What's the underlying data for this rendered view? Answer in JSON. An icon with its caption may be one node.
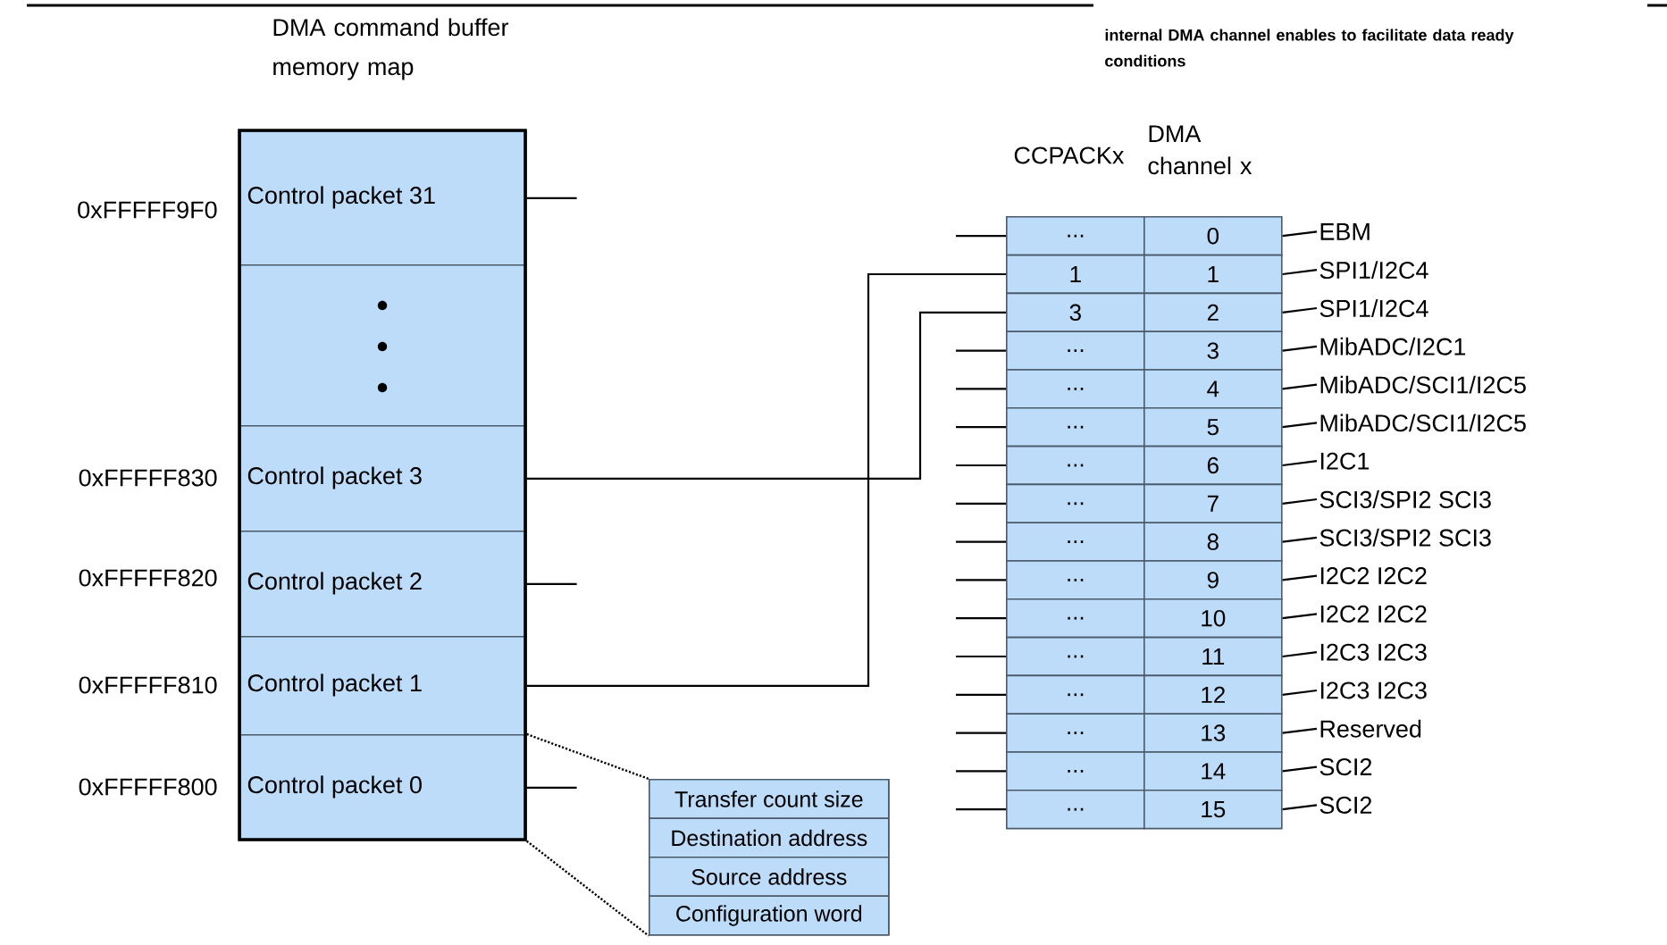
{
  "diagram": {
    "nodes": [
      {
        "text": [
          "Control packet 31"
        ],
        "beside": [
          "0xFFFFF9F0"
        ]
      },
      {
        "text": [],
        "shape": "box"
      },
      {
        "text": [
          "Control packet 3"
        ],
        "beside": [
          "0xFFFFF830"
        ]
      },
      {
        "text": [
          "Control packet 2"
        ],
        "beside": [
          "0xFFFFF820"
        ]
      },
      {
        "text": [
          "Control packet 1"
        ],
        "beside": [
          "0xFFFFF810"
        ]
      },
      {
        "text": [
          "Control packet 0"
        ],
        "beside": [
          "0xFFFFF800"
        ]
      },
      {
        "text": [
          "..."
        ]
      },
      {
        "text": [
          "0"
        ]
      },
      {
        "text": [
          "EBM"
        ]
      },
      {
        "text": [
          "1"
        ]
      },
      {
        "text": [
          "1"
        ]
      },
      {
        "text": [
          "SPI1/I2C4"
        ]
      },
      {
        "text": [
          "3"
        ]
      },
      {
        "text": [
          "2"
        ]
      },
      {
        "text": [
          "SPI1/I2C4"
        ]
      },
      {
        "text": [
          "..."
        ]
      },
      {
        "text": [
          "3"
        ]
      },
      {
        "text": [
          "MibADC/I2C1"
        ]
      },
      {
        "text": [
          "..."
        ]
      },
      {
        "text": [
          "4"
        ]
      },
      {
        "text": [
          "MibADC/SCI1/I2C5"
        ]
      },
      {
        "text": [
          "..."
        ]
      },
      {
        "text": [
          "5"
        ]
      },
      {
        "text": [
          "MibADC/SCI1/I2C5"
        ]
      },
      {
        "text": [
          "..."
        ]
      },
      {
        "text": [
          "6"
        ]
      },
      {
        "text": [
          "I2C1"
        ]
      },
      {
        "text": [
          "..."
        ]
      },
      {
        "text": [
          "7"
        ]
      },
      {
        "text": [
          "SCI3/SPI2 SCI3"
        ]
      },
      {
        "text": [
          "..."
        ]
      },
      {
        "text": [
          "8"
        ]
      },
      {
        "text": [
          "SCI3/SPI2 SCI3"
        ]
      },
      {
        "text": [
          "..."
        ]
      },
      {
        "text": [
          "9"
        ]
      },
      {
        "text": [
          "I2C2 I2C2"
        ]
      },
      {
        "text": [
          "..."
        ]
      },
      {
        "text": [
          "10"
        ]
      },
      {
        "text": [
          "I2C2 I2C2"
        ]
      },
      {
        "text": [
          "..."
        ]
      },
      {
        "text": [
          "11"
        ]
      },
      {
        "text": [
          "I2C3 I2C3"
        ]
      },
      {
        "text": [
          "..."
        ]
      },
      {
        "text": [
          "12"
        ]
      },
      {
        "text": [
          "I2C3 I2C3"
        ]
      },
      {
        "text": [
          "..."
        ]
      },
      {
        "text": [
          "13"
        ]
      },
      {
        "text": [
          "Reserved"
        ]
      },
      {
        "text": [
          "..."
        ]
      },
      {
        "text": [
          "14"
        ]
      },
      {
        "text": [
          "SCI2"
        ]
      },
      {
        "text": [
          "..."
        ]
      },
      {
        "text": [
          "15"
        ]
      },
      {
        "text": [
          "SCI2"
        ]
      },
      {
        "text": [],
        "shape": "box"
      },
      {
        "text": [
          "Transfer count size"
        ],
        "in": 54
      },
      {
        "text": [
          "Destination address"
        ],
        "in": 54
      },
      {
        "text": [
          "Source address"
        ],
        "in": 54
      },
      {
        "text": [
          "Configuration word"
        ],
        "in": 54
      }
    ],
    "edges": [
      {
        "from": 0,
        "to": null,
        "arrow": "none"
      },
      {
        "from": 2,
        "to": 12,
        "arrow": "none"
      },
      {
        "from": 3,
        "to": null,
        "arrow": "none"
      },
      {
        "from": 4,
        "to": 9,
        "arrow": "none"
      },
      {
        "from": 5,
        "to": null,
        "arrow": "none"
      },
      {
        "from": 5,
        "to": 54,
        "arrow": "none",
        "style": "dashed"
      },
      {
        "from": 5,
        "to": 54,
        "arrow": "none",
        "style": "dashed"
      },
      {
        "from": null,
        "to": 6,
        "arrow": "none"
      },
      {
        "from": null,
        "to": 15,
        "arrow": "none"
      },
      {
        "from": null,
        "to": 18,
        "arrow": "none"
      },
      {
        "from": null,
        "to": 21,
        "arrow": "none"
      },
      {
        "from": null,
        "to": 24,
        "arrow": "none"
      },
      {
        "from": null,
        "to": 27,
        "arrow": "none"
      },
      {
        "from": null,
        "to": 30,
        "arrow": "none"
      },
      {
        "from": null,
        "to": 33,
        "arrow": "none"
      },
      {
        "from": null,
        "to": 36,
        "arrow": "none"
      },
      {
        "from": null,
        "to": 39,
        "arrow": "none"
      },
      {
        "from": null,
        "to": 42,
        "arrow": "none"
      },
      {
        "from": null,
        "to": 45,
        "arrow": "none"
      },
      {
        "from": null,
        "to": 48,
        "arrow": "none"
      },
      {
        "from": null,
        "to": 51,
        "arrow": "none"
      },
      {
        "from": 7,
        "to": 8,
        "arrow": "none"
      },
      {
        "from": 10,
        "to": 11,
        "arrow": "none"
      },
      {
        "from": 13,
        "to": 14,
        "arrow": "none"
      },
      {
        "from": 16,
        "to": 17,
        "arrow": "none"
      },
      {
        "from": 19,
        "to": 20,
        "arrow": "none"
      },
      {
        "from": 22,
        "to": 23,
        "arrow": "none"
      },
      {
        "from": 25,
        "to": 26,
        "arrow": "none"
      },
      {
        "from": 28,
        "to": 29,
        "arrow": "none"
      },
      {
        "from": 31,
        "to": 32,
        "arrow": "none"
      },
      {
        "from": 34,
        "to": 35,
        "arrow": "none"
      },
      {
        "from": 37,
        "to": 38,
        "arrow": "none"
      },
      {
        "from": 40,
        "to": 41,
        "arrow": "none"
      },
      {
        "from": 43,
        "to": 44,
        "arrow": "none"
      },
      {
        "from": 46,
        "to": 47,
        "arrow": "none"
      },
      {
        "from": 49,
        "to": 50,
        "arrow": "none"
      },
      {
        "from": 52,
        "to": 53,
        "arrow": "none"
      }
    ],
    "labels": [
      "DMA command buffer memory map",
      "internal DMA channel enables to facilitate data ready conditions",
      "CCPACKx",
      "DMA channel x"
    ]
  }
}
